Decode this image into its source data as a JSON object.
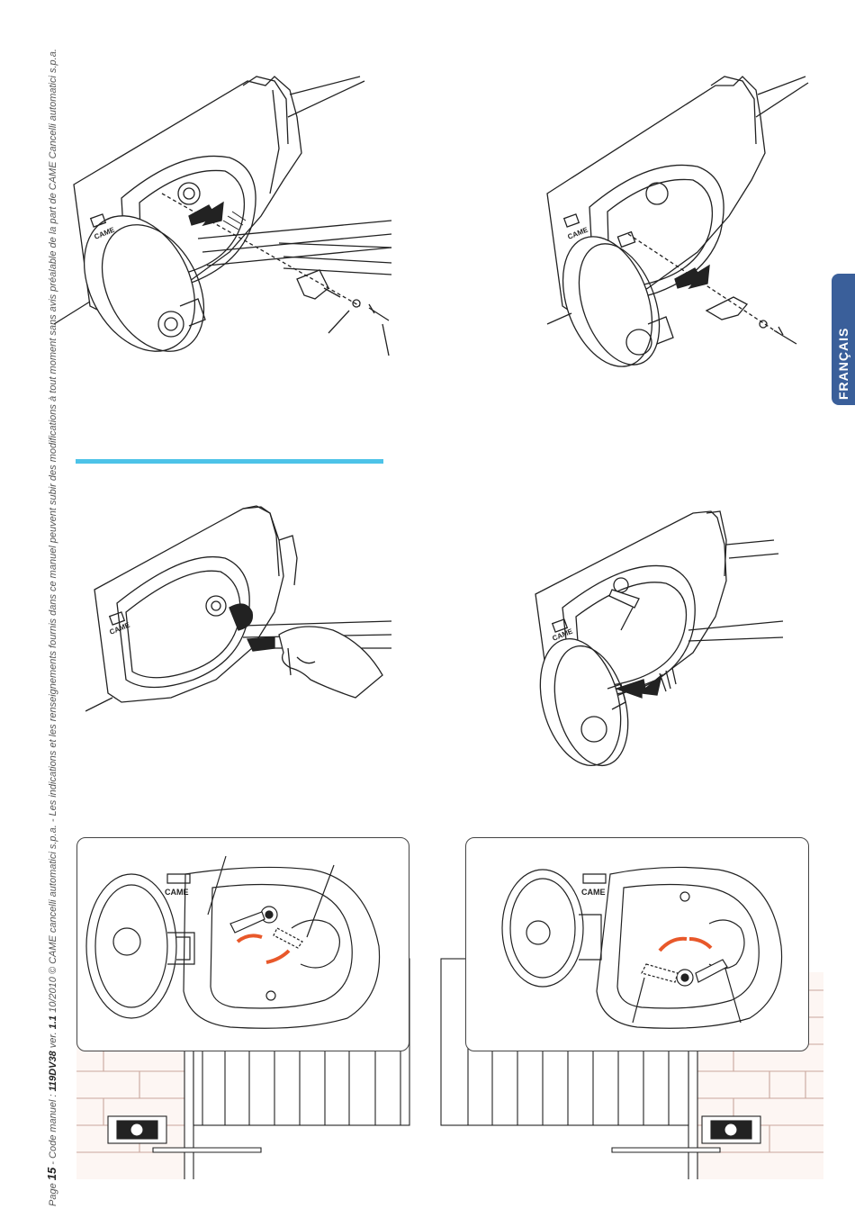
{
  "footer": {
    "page_label": "Page",
    "page_number": "15",
    "manual_text": "- Code manuel :",
    "manual_code": "119DV38",
    "version_text": "ver.",
    "version": "1.1",
    "legal": "10/2010 © CAME cancelli automatici s.p.a. - Les indications et les renseignements fournis dans ce manuel peuvent subir des modifications à tout moment sans avis préalable de la part de CAME Cancelli automatici s.p.a."
  },
  "language_tab": "FRANÇAIS",
  "brand_labels": {
    "fig1": "CAME",
    "fig2": "CAME",
    "fig3": "CAME",
    "fig4": "CAME",
    "fig5": "CAME",
    "fig6": "CAME"
  },
  "colors": {
    "accent_rule": "#4dc3e8",
    "language_tab": "#3a5f9a",
    "arrow_orange": "#e8582a"
  }
}
